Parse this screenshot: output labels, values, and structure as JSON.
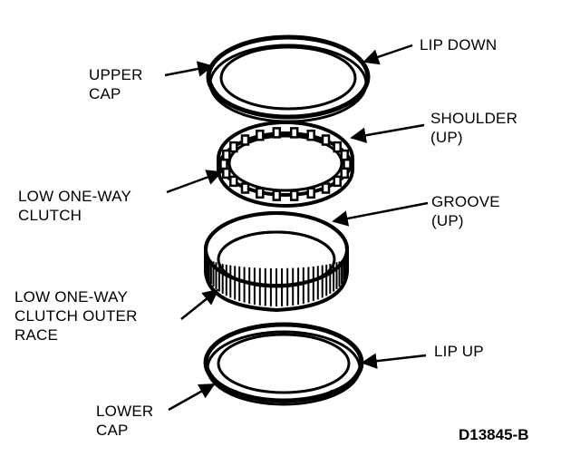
{
  "labels": {
    "upper_cap": [
      "UPPER",
      "CAP"
    ],
    "lip_down": [
      "LIP DOWN"
    ],
    "shoulder": [
      "SHOULDER",
      "(UP)"
    ],
    "low_one_way_clutch": [
      "LOW ONE-WAY",
      "CLUTCH"
    ],
    "groove": [
      "GROOVE",
      "(UP)"
    ],
    "outer_race": [
      "LOW ONE-WAY",
      "CLUTCH OUTER",
      "RACE"
    ],
    "lip_up": [
      "LIP UP"
    ],
    "lower_cap": [
      "LOWER",
      "CAP"
    ]
  },
  "figure_id": "D13845-B",
  "colors": {
    "ink": "#000000",
    "paper": "#ffffff"
  }
}
